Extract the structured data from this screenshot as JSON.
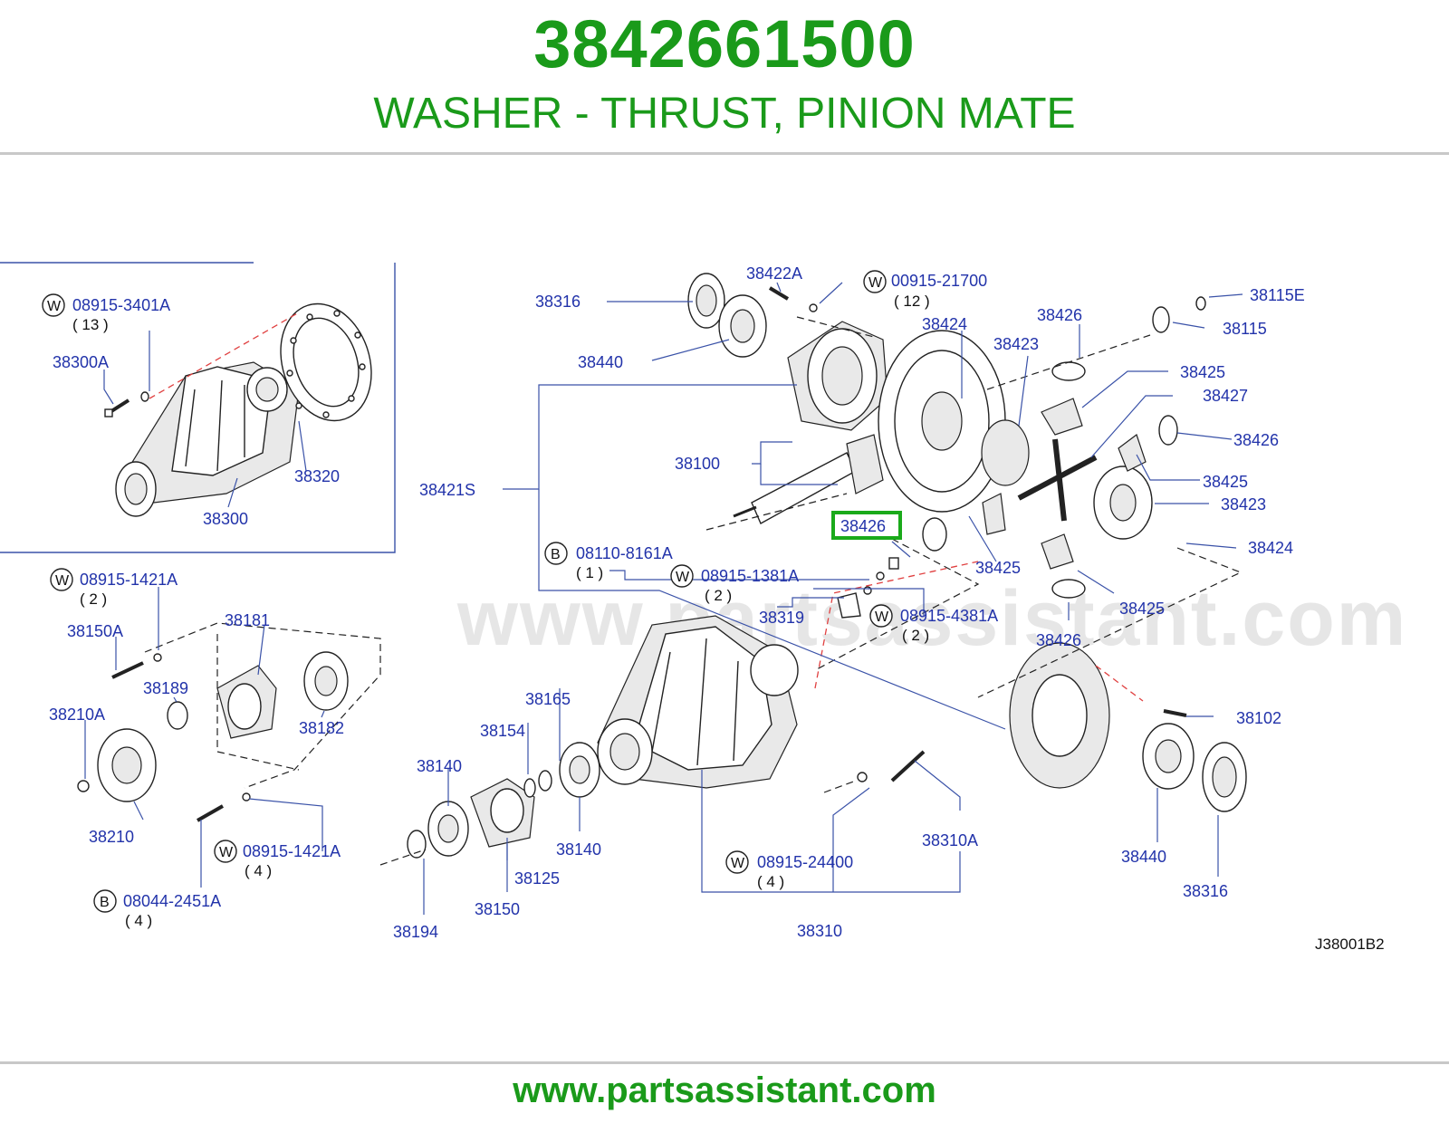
{
  "header": {
    "part_number": "3842661500",
    "description": "WASHER - THRUST, PINION MATE"
  },
  "watermark": "www.partsassistant.com",
  "footer": {
    "url": "www.partsassistant.com"
  },
  "diagram_ref": "J38001B2",
  "highlight_label": "38426",
  "labels": {
    "l_38316_top": "38316",
    "l_38422A": "38422A",
    "l_00915_21700": "00915-21700",
    "q_12": "( 12 )",
    "l_38115E": "38115E",
    "l_38115": "38115",
    "l_38424_top": "38424",
    "l_38426_top": "38426",
    "l_38423_top": "38423",
    "l_38440_top": "38440",
    "l_38425_a": "38425",
    "l_38427": "38427",
    "l_38426_b": "38426",
    "l_38425_b": "38425",
    "l_38423_b": "38423",
    "l_38424_b": "38424",
    "l_38100": "38100",
    "l_38421S": "38421S",
    "l_38425_c": "38425",
    "l_38425_d": "38425",
    "l_38426_bot": "38426",
    "l_08110_8161A": "08110-8161A",
    "q_1": "( 1 )",
    "l_08915_1381A": "08915-1381A",
    "q_2a": "( 2 )",
    "l_38319": "38319",
    "l_08915_4381A": "08915-4381A",
    "q_2b": "( 2 )",
    "l_08915_3401A": "08915-3401A",
    "q_13": "( 13 )",
    "l_38300A": "38300A",
    "l_38320": "38320",
    "l_38300": "38300",
    "l_08915_1421A_a": "08915-1421A",
    "q_2c": "( 2 )",
    "l_38150A": "38150A",
    "l_38181": "38181",
    "l_38189": "38189",
    "l_38182": "38182",
    "l_38210A": "38210A",
    "l_38210": "38210",
    "l_08915_1421A_b": "08915-1421A",
    "q_4a": "( 4 )",
    "l_08044_2451A": "08044-2451A",
    "q_4b": "( 4 )",
    "l_38165": "38165",
    "l_38154": "38154",
    "l_38140_a": "38140",
    "l_38140_b": "38140",
    "l_38125": "38125",
    "l_38150": "38150",
    "l_38194": "38194",
    "l_08915_24400": "08915-24400",
    "q_4c": "( 4 )",
    "l_38310A": "38310A",
    "l_38310": "38310",
    "l_38102": "38102",
    "l_38440_bot": "38440",
    "l_38316_bot": "38316"
  },
  "circle_marks": {
    "W": "W",
    "B": "B"
  }
}
